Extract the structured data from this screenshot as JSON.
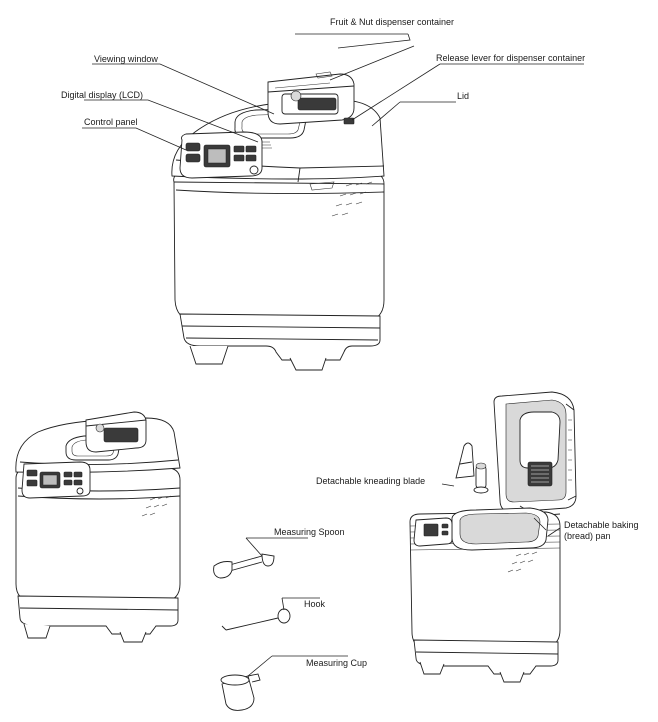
{
  "labels": {
    "dispenser_container": "Fruit & Nut dispenser container",
    "release_lever": "Release lever for dispenser container",
    "viewing_window": "Viewing window",
    "lcd": "Digital display (LCD)",
    "lid": "Lid",
    "control_panel": "Control panel",
    "kneading_blade": "Detachable kneading blade",
    "baking_pan_line1": "Detachable baking",
    "baking_pan_line2": "(bread) pan",
    "measuring_spoon": "Measuring Spoon",
    "hook": "Hook",
    "measuring_cup": "Measuring Cup"
  },
  "colors": {
    "line": "#222222",
    "panel_dark": "#3a3a3a",
    "background": "#ffffff"
  }
}
